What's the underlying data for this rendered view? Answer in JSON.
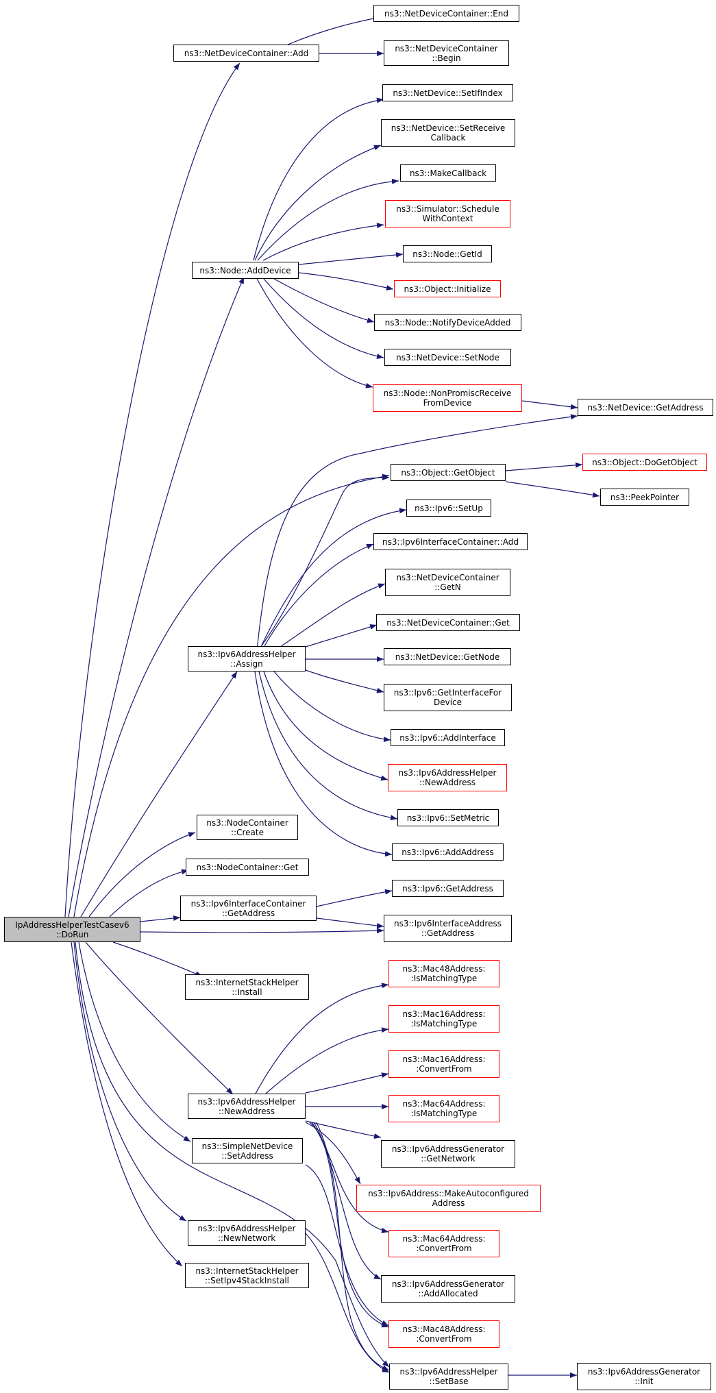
{
  "colors": {
    "edge": "#191970",
    "box_border": "#000000",
    "box_incomplete": "#ff0000",
    "root_fill": "#bfbfbf"
  },
  "nodes": {
    "root": {
      "lines": [
        "IpAddressHelperTestCasev6",
        "::DoRun"
      ]
    },
    "ndc_add": {
      "lines": [
        "ns3::NetDeviceContainer::Add"
      ]
    },
    "node_adddevice": {
      "lines": [
        "ns3::Node::AddDevice"
      ]
    },
    "ipv6ah_assign": {
      "lines": [
        "ns3::Ipv6AddressHelper",
        "::Assign"
      ]
    },
    "nc_create": {
      "lines": [
        "ns3::NodeContainer",
        "::Create"
      ]
    },
    "nc_get": {
      "lines": [
        "ns3::NodeContainer::Get"
      ]
    },
    "ipv6ic_getaddress": {
      "lines": [
        "ns3::Ipv6InterfaceContainer",
        "::GetAddress"
      ]
    },
    "ish_install": {
      "lines": [
        "ns3::InternetStackHelper",
        "::Install"
      ]
    },
    "ipv6ah_newaddress": {
      "lines": [
        "ns3::Ipv6AddressHelper",
        "::NewAddress"
      ]
    },
    "snd_setaddress": {
      "lines": [
        "ns3::SimpleNetDevice",
        "::SetAddress"
      ]
    },
    "ipv6ah_newnetwork": {
      "lines": [
        "ns3::Ipv6AddressHelper",
        "::NewNetwork"
      ]
    },
    "ish_setipv4": {
      "lines": [
        "ns3::InternetStackHelper",
        "::SetIpv4StackInstall"
      ]
    },
    "ndc_end": {
      "lines": [
        "ns3::NetDeviceContainer::End"
      ]
    },
    "ndc_begin": {
      "lines": [
        "ns3::NetDeviceContainer",
        "::Begin"
      ]
    },
    "nd_setifindex": {
      "lines": [
        "ns3::NetDevice::SetIfIndex"
      ]
    },
    "nd_setreceive": {
      "lines": [
        "ns3::NetDevice::SetReceive",
        "Callback"
      ]
    },
    "makecallback": {
      "lines": [
        "ns3::MakeCallback"
      ]
    },
    "sim_schedule": {
      "lines": [
        "ns3::Simulator::Schedule",
        "WithContext"
      ]
    },
    "node_getid": {
      "lines": [
        "ns3::Node::GetId"
      ]
    },
    "obj_initialize": {
      "lines": [
        "ns3::Object::Initialize"
      ]
    },
    "node_notify": {
      "lines": [
        "ns3::Node::NotifyDeviceAdded"
      ]
    },
    "nd_setnode": {
      "lines": [
        "ns3::NetDevice::SetNode"
      ]
    },
    "node_nonpromisc": {
      "lines": [
        "ns3::Node::NonPromiscReceive",
        "FromDevice"
      ]
    },
    "nd_getaddress": {
      "lines": [
        "ns3::NetDevice::GetAddress"
      ]
    },
    "obj_getobject": {
      "lines": [
        "ns3::Object::GetObject"
      ]
    },
    "obj_dogetobject": {
      "lines": [
        "ns3::Object::DoGetObject"
      ]
    },
    "peekpointer": {
      "lines": [
        "ns3::PeekPointer"
      ]
    },
    "ipv6_setup": {
      "lines": [
        "ns3::Ipv6::SetUp"
      ]
    },
    "ipv6ic_add": {
      "lines": [
        "ns3::Ipv6InterfaceContainer::Add"
      ]
    },
    "ndc_getn": {
      "lines": [
        "ns3::NetDeviceContainer",
        "::GetN"
      ]
    },
    "ndc_get": {
      "lines": [
        "ns3::NetDeviceContainer::Get"
      ]
    },
    "nd_getnode": {
      "lines": [
        "ns3::NetDevice::GetNode"
      ]
    },
    "ipv6_getif": {
      "lines": [
        "ns3::Ipv6::GetInterfaceFor",
        "Device"
      ]
    },
    "ipv6_addif": {
      "lines": [
        "ns3::Ipv6::AddInterface"
      ]
    },
    "ipv6ah_newaddress2": {
      "lines": [
        "ns3::Ipv6AddressHelper",
        "::NewAddress"
      ]
    },
    "ipv6_setmetric": {
      "lines": [
        "ns3::Ipv6::SetMetric"
      ]
    },
    "ipv6_addaddress": {
      "lines": [
        "ns3::Ipv6::AddAddress"
      ]
    },
    "ipv6_getaddress": {
      "lines": [
        "ns3::Ipv6::GetAddress"
      ]
    },
    "ipv6ia_getaddress": {
      "lines": [
        "ns3::Ipv6InterfaceAddress",
        "::GetAddress"
      ]
    },
    "mac48_ismatch": {
      "lines": [
        "ns3::Mac48Address:",
        ":IsMatchingType"
      ]
    },
    "mac16_ismatch": {
      "lines": [
        "ns3::Mac16Address:",
        ":IsMatchingType"
      ]
    },
    "mac16_convert": {
      "lines": [
        "ns3::Mac16Address:",
        ":ConvertFrom"
      ]
    },
    "mac64_ismatch": {
      "lines": [
        "ns3::Mac64Address:",
        ":IsMatchingType"
      ]
    },
    "ipv6ag_getnetwork": {
      "lines": [
        "ns3::Ipv6AddressGenerator",
        "::GetNetwork"
      ]
    },
    "ipv6a_makeauto": {
      "lines": [
        "ns3::Ipv6Address::MakeAutoconfigured",
        "Address"
      ]
    },
    "mac64_convert": {
      "lines": [
        "ns3::Mac64Address:",
        ":ConvertFrom"
      ]
    },
    "ipv6ag_addalloc": {
      "lines": [
        "ns3::Ipv6AddressGenerator",
        "::AddAllocated"
      ]
    },
    "mac48_convert": {
      "lines": [
        "ns3::Mac48Address:",
        ":ConvertFrom"
      ]
    },
    "ipv6ah_setbase": {
      "lines": [
        "ns3::Ipv6AddressHelper",
        "::SetBase"
      ]
    },
    "ipv6ag_init": {
      "lines": [
        "ns3::Ipv6AddressGenerator",
        "::Init"
      ]
    }
  }
}
